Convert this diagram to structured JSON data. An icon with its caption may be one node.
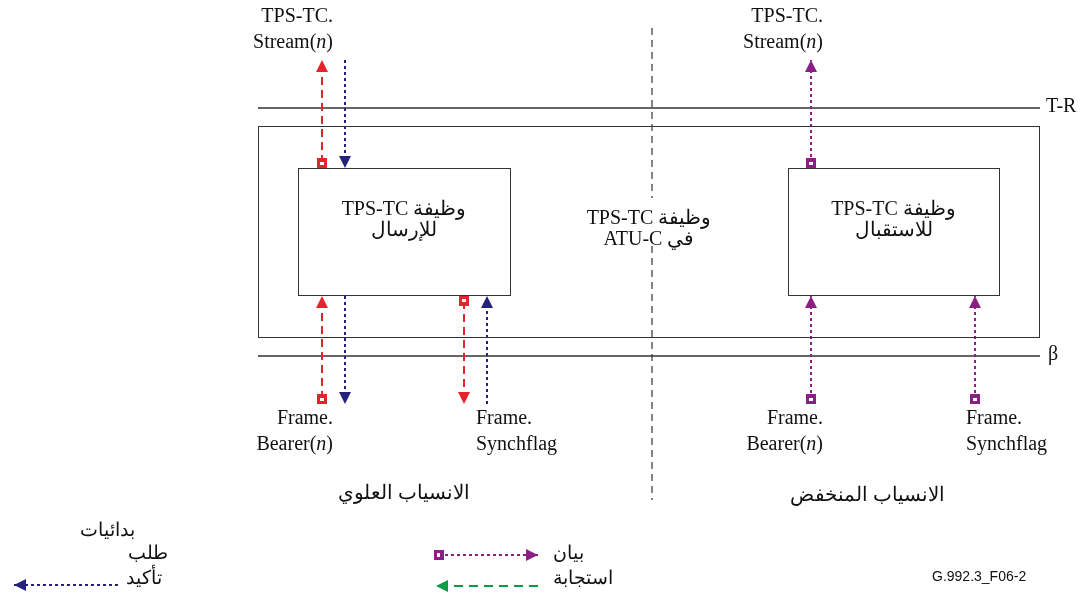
{
  "diagram": {
    "nodes": [
      {
        "text": [
          "وظيفة TPS-TC في ATU-C"
        ]
      },
      {
        "text": [
          "وظيفة TPS-TC للإرسال"
        ],
        "in": 0
      },
      {
        "text": [
          "وظيفة TPS-TC للاستقبال"
        ],
        "in": 0
      },
      {
        "text": [
          "TPS-TC. Stream(*n*)"
        ]
      },
      {
        "text": [
          "TPS-TC. Stream(*n*)"
        ]
      },
      {
        "text": [
          "Frame. Bearer(*n*)"
        ]
      },
      {
        "text": [
          "Frame. Synchflag"
        ]
      },
      {
        "text": [
          "Frame. Bearer(*n*)"
        ]
      },
      {
        "text": [
          "Frame. Synchflag"
        ]
      }
    ],
    "edges": [
      {
        "from": 1,
        "to": 3,
        "arrow": "to",
        "style": "dashed",
        "color": "#e3242b"
      },
      {
        "from": 3,
        "to": 1,
        "arrow": "to",
        "style": "dashed",
        "color": "#26217a"
      },
      {
        "from": 5,
        "to": 1,
        "arrow": "to",
        "style": "dashed",
        "color": "#e3242b"
      },
      {
        "from": 1,
        "to": 5,
        "arrow": "to",
        "style": "dashed",
        "color": "#26217a"
      },
      {
        "from": 1,
        "to": 6,
        "arrow": "to",
        "style": "dashed",
        "color": "#e3242b"
      },
      {
        "from": 6,
        "to": 1,
        "arrow": "to",
        "style": "dashed",
        "color": "#26217a"
      },
      {
        "from": 2,
        "to": 4,
        "arrow": "to",
        "style": "dashed",
        "color": "#8b1f83"
      },
      {
        "from": 7,
        "to": 2,
        "arrow": "to",
        "style": "dashed",
        "color": "#8b1f83"
      },
      {
        "from": 8,
        "to": 2,
        "arrow": "to",
        "style": "dashed",
        "color": "#8b1f83"
      }
    ],
    "labels": [
      "T-R",
      "β",
      "الانسياب العلوي",
      "الانسياب المنخفض",
      "بدائيات",
      "G.992.3_F06-2"
    ],
    "legend": [
      {
        "text": "طلب"
      },
      {
        "text": "تأكيد"
      },
      {
        "text": "بيان"
      },
      {
        "text": "استجابة"
      }
    ]
  }
}
